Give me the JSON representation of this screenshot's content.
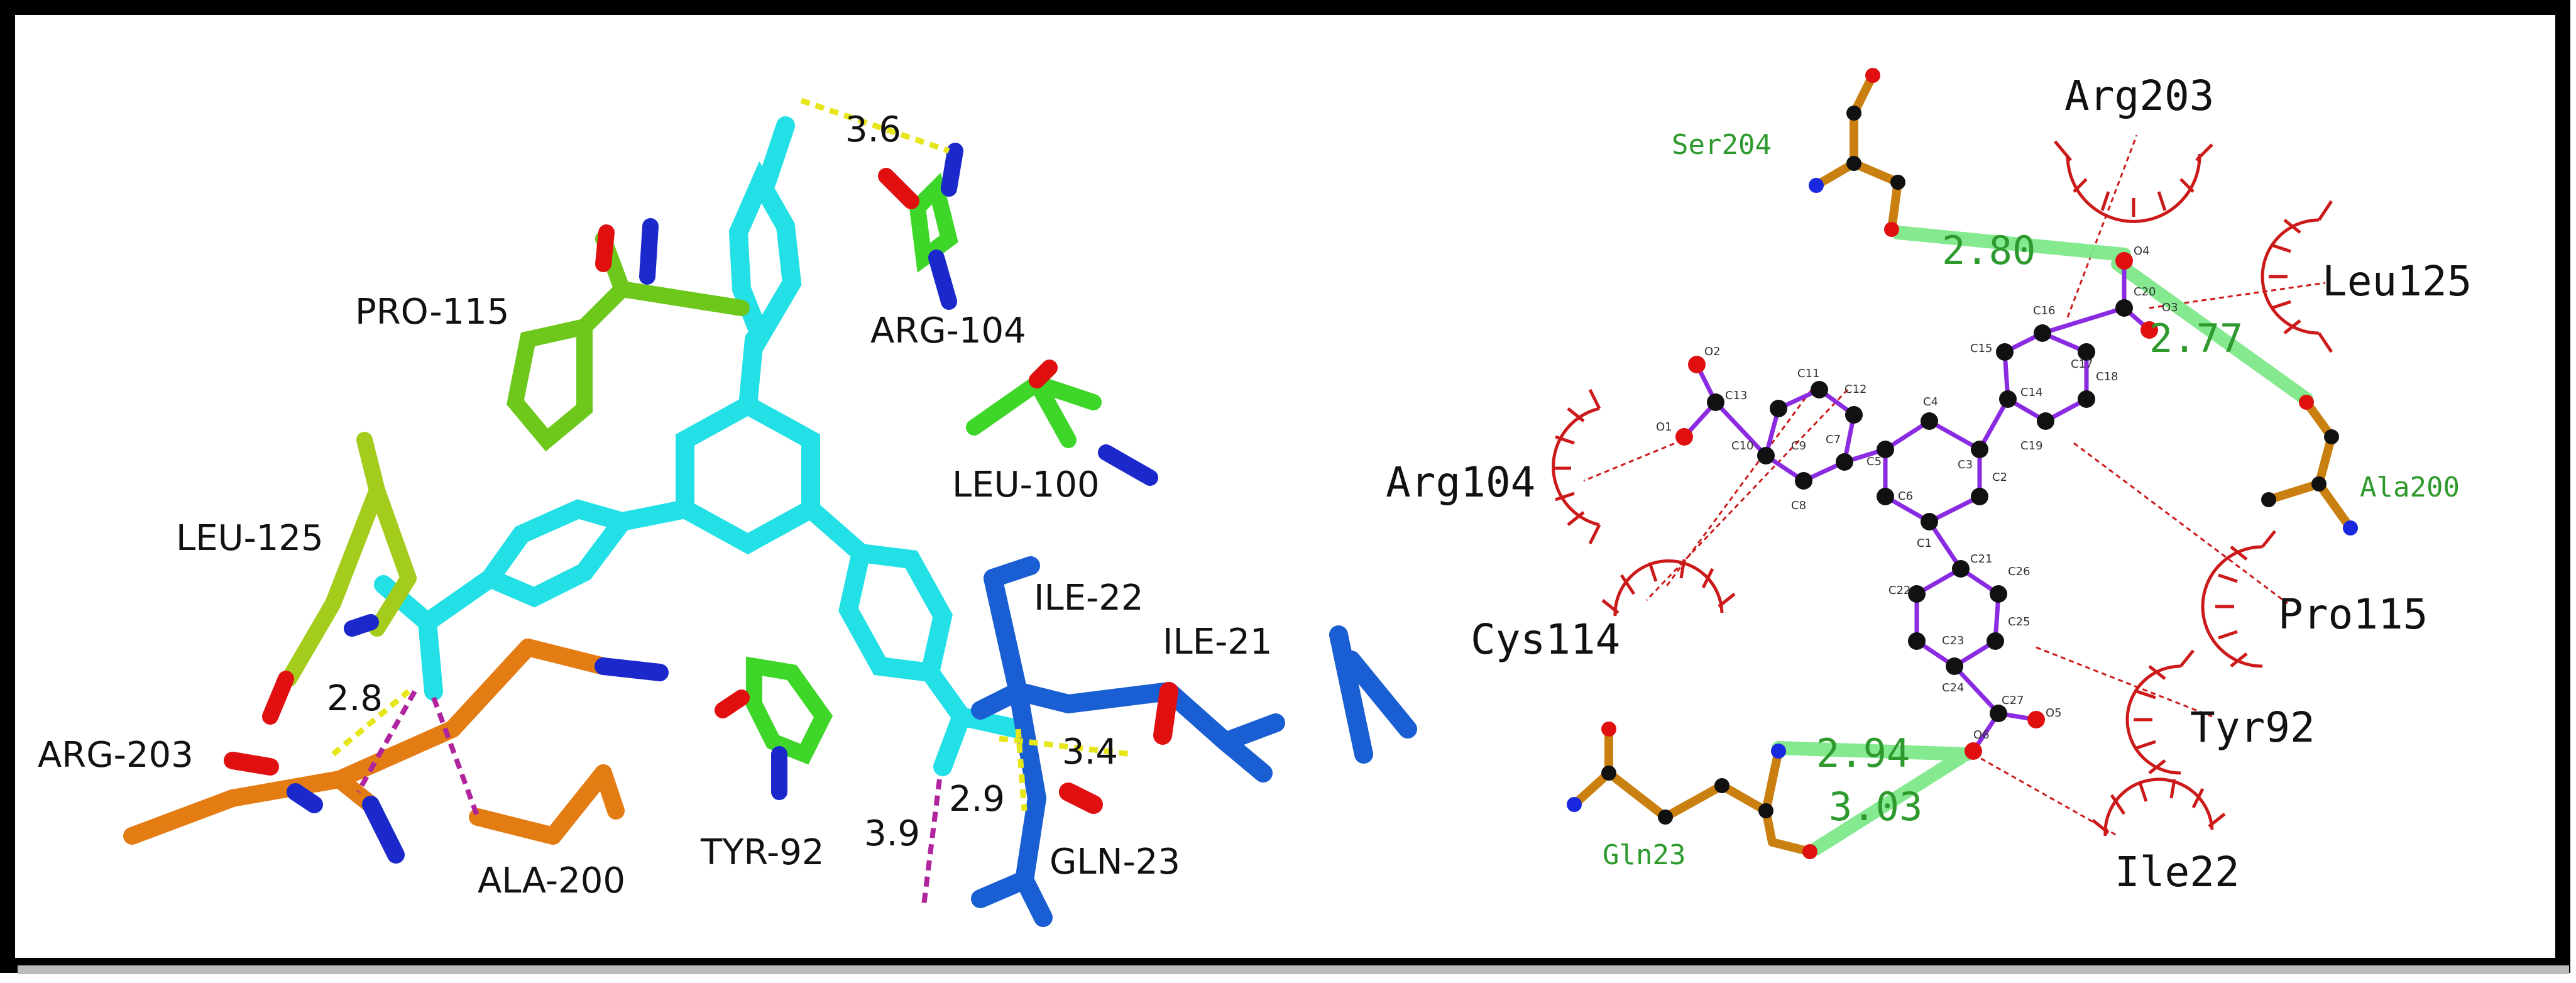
{
  "left_panel": {
    "residues": [
      {
        "id": "pro115",
        "label": "PRO-115"
      },
      {
        "id": "arg104",
        "label": "ARG-104"
      },
      {
        "id": "leu100",
        "label": "LEU-100"
      },
      {
        "id": "leu125",
        "label": "LEU-125"
      },
      {
        "id": "ile22",
        "label": "ILE-22"
      },
      {
        "id": "ile21",
        "label": "ILE-21"
      },
      {
        "id": "arg203",
        "label": "ARG-203"
      },
      {
        "id": "ala200",
        "label": "ALA-200"
      },
      {
        "id": "tyr92",
        "label": "TYR-92"
      },
      {
        "id": "gln23",
        "label": "GLN-23"
      }
    ],
    "distances": [
      {
        "id": "d36",
        "label": "3.6"
      },
      {
        "id": "d28",
        "label": "2.8"
      },
      {
        "id": "d34",
        "label": "3.4"
      },
      {
        "id": "d29",
        "label": "2.9"
      },
      {
        "id": "d39",
        "label": "3.9"
      }
    ],
    "colors": {
      "ligand": "#22e0e6",
      "green": "#3fd62a",
      "lime": "#a4cc1c",
      "orange": "#e47c14",
      "blue": "#1a5ed4",
      "oxygen": "#e01010",
      "nitrogen": "#1a28cc",
      "hbond_yellow": "#e6e61a",
      "contact_magenta": "#b0249e"
    }
  },
  "right_panel": {
    "hbond_residues": [
      {
        "id": "ser204",
        "label": "Ser204"
      },
      {
        "id": "ala200",
        "label": "Ala200"
      },
      {
        "id": "gln23",
        "label": "Gln23"
      }
    ],
    "hydrophobic_residues": [
      {
        "id": "arg203",
        "label": "Arg203"
      },
      {
        "id": "leu125",
        "label": "Leu125"
      },
      {
        "id": "arg104",
        "label": "Arg104"
      },
      {
        "id": "cys114",
        "label": "Cys114"
      },
      {
        "id": "pro115",
        "label": "Pro115"
      },
      {
        "id": "tyr92",
        "label": "Tyr92"
      },
      {
        "id": "ile22",
        "label": "Ile22"
      }
    ],
    "hbond_distances": [
      {
        "id": "h280",
        "label": "2.80"
      },
      {
        "id": "h277",
        "label": "2.77"
      },
      {
        "id": "h294",
        "label": "2.94"
      },
      {
        "id": "h303",
        "label": "3.03"
      }
    ],
    "atom_labels": [
      {
        "id": "o2",
        "label": "O2"
      },
      {
        "id": "c13",
        "label": "C13"
      },
      {
        "id": "o1",
        "label": "O1"
      },
      {
        "id": "c10",
        "label": "C10"
      },
      {
        "id": "c11",
        "label": "C11"
      },
      {
        "id": "c12",
        "label": "C12"
      },
      {
        "id": "c9",
        "label": "C9"
      },
      {
        "id": "c7",
        "label": "C7"
      },
      {
        "id": "c8",
        "label": "C8"
      },
      {
        "id": "c5",
        "label": "C5"
      },
      {
        "id": "c4",
        "label": "C4"
      },
      {
        "id": "c3",
        "label": "C3"
      },
      {
        "id": "c2",
        "label": "C2"
      },
      {
        "id": "c6",
        "label": "C6"
      },
      {
        "id": "c1",
        "label": "C1"
      },
      {
        "id": "c21",
        "label": "C21"
      },
      {
        "id": "c22",
        "label": "C22"
      },
      {
        "id": "c26",
        "label": "C26"
      },
      {
        "id": "c23",
        "label": "C23"
      },
      {
        "id": "c25",
        "label": "C25"
      },
      {
        "id": "c24",
        "label": "C24"
      },
      {
        "id": "c27",
        "label": "C27"
      },
      {
        "id": "o6",
        "label": "O6"
      },
      {
        "id": "o5",
        "label": "O5"
      },
      {
        "id": "c15",
        "label": "C15"
      },
      {
        "id": "c16",
        "label": "C16"
      },
      {
        "id": "c17",
        "label": "C17"
      },
      {
        "id": "c14",
        "label": "C14"
      },
      {
        "id": "c18",
        "label": "C18"
      },
      {
        "id": "c19",
        "label": "C19"
      },
      {
        "id": "c20",
        "label": "C20"
      },
      {
        "id": "o4",
        "label": "O4"
      },
      {
        "id": "o3",
        "label": "O3"
      }
    ],
    "colors": {
      "ligand_bond": "#8a2be2",
      "atom_c": "#111111",
      "atom_o": "#e01010",
      "atom_n": "#1a28e0",
      "residue_bond": "#c98010",
      "hbond": "#7ee88a",
      "hbond_text": "#2e9a2e",
      "hydrophobic": "#cc1a1a"
    }
  }
}
